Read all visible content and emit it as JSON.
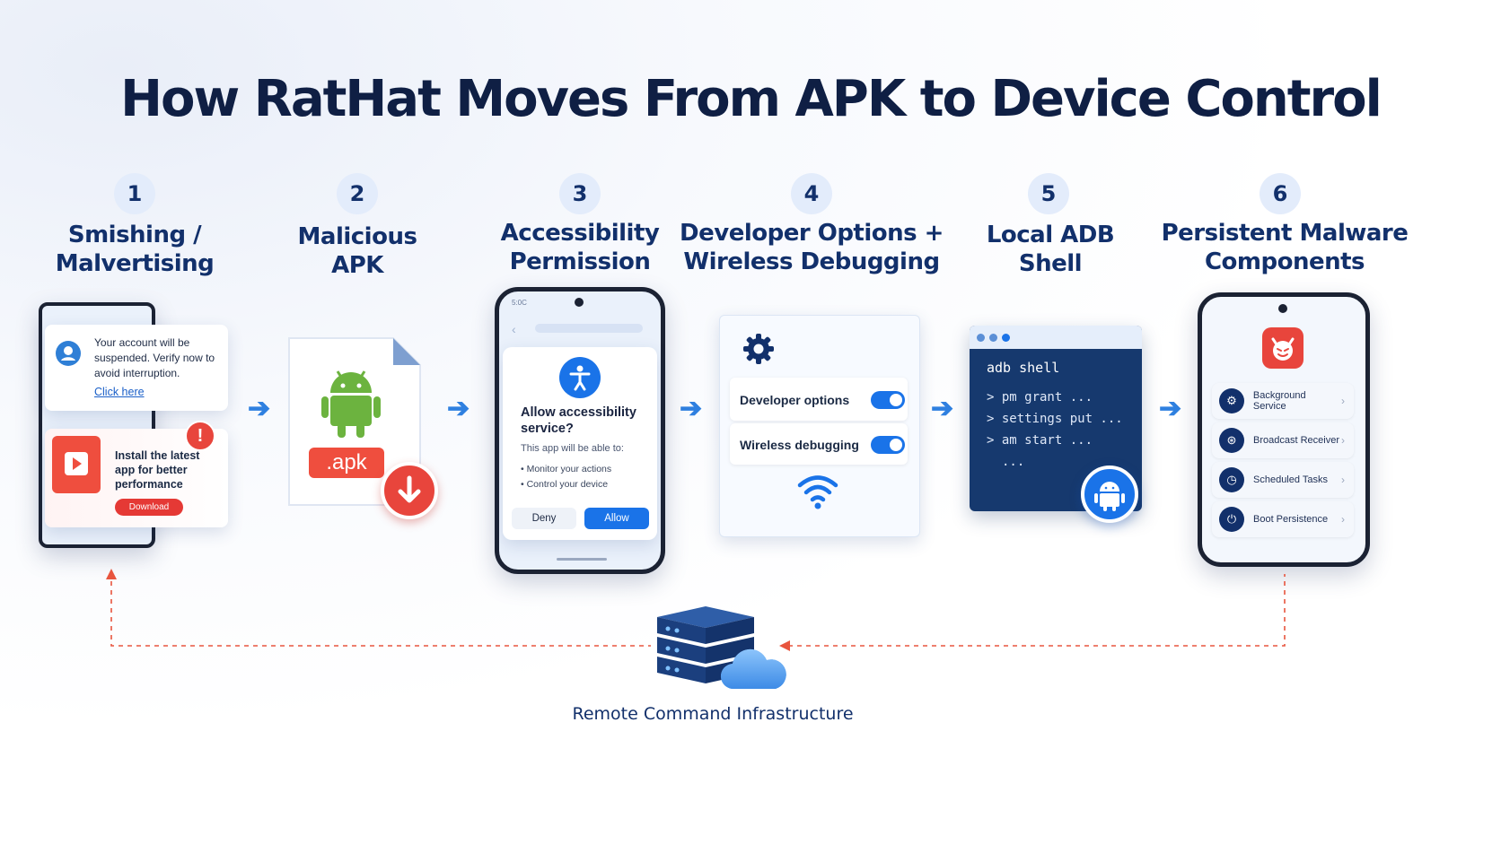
{
  "title": "How RatHat Moves From APK to Device Control",
  "steps": [
    {
      "num": "1",
      "line1": "Smishing /",
      "line2": "Malvertising"
    },
    {
      "num": "2",
      "line1": "Malicious",
      "line2": "APK"
    },
    {
      "num": "3",
      "line1": "Accessibility",
      "line2": "Permission"
    },
    {
      "num": "4",
      "line1": "Developer Options +",
      "line2": "Wireless Debugging"
    },
    {
      "num": "5",
      "line1": "Local ADB",
      "line2": "Shell"
    },
    {
      "num": "6",
      "line1": "Persistent Malware",
      "line2": "Components"
    }
  ],
  "sms": {
    "text": "Your account will be suspended. Verify now to avoid interruption.",
    "link": "Click here",
    "ad_text": "Install the latest app for better performance",
    "ad_button": "Download",
    "alert": "!"
  },
  "apk": {
    "label": ".apk"
  },
  "accessibility": {
    "status": "5:0C",
    "dialog_title": "Allow accessibility service?",
    "dialog_sub": "This app will be able to:",
    "bullets": [
      "Monitor your actions",
      "Control your device"
    ],
    "deny": "Deny",
    "allow": "Allow"
  },
  "devopts": {
    "row1": "Developer options",
    "row2": "Wireless debugging"
  },
  "adb": {
    "lines": [
      "adb shell",
      "> pm grant ...",
      "> settings put ...",
      "> am start ...",
      "..."
    ]
  },
  "components": {
    "rows": [
      "Background Service",
      "Broadcast Receiver",
      "Scheduled Tasks",
      "Boot Persistence"
    ]
  },
  "infra": {
    "label": "Remote Command Infrastructure"
  },
  "colors": {
    "accent": "#1a73e8",
    "alert": "#e8453c",
    "navy": "#12306b",
    "android": "#6cb33f"
  },
  "icons": [
    "user-icon",
    "video-play-icon",
    "android-icon",
    "download-arrow-icon",
    "accessibility-icon",
    "gear-icon",
    "wifi-icon",
    "android-badge-icon",
    "devil-app-icon",
    "gear-icon",
    "broadcast-icon",
    "clock-icon",
    "power-icon",
    "server-icon",
    "cloud-icon"
  ]
}
